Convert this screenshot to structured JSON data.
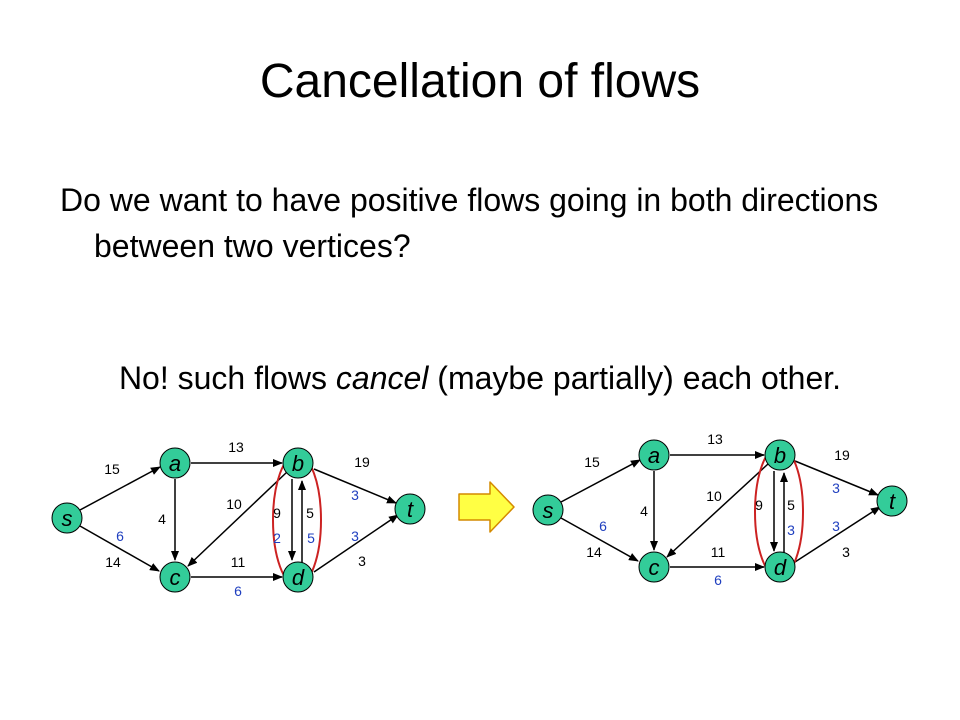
{
  "title": "Cancellation of flows",
  "para1": "Do we want to have positive flows going in both directions between two vertices?",
  "para2": {
    "before": "No! such flows ",
    "emph": "cancel",
    "after": " (maybe partially) each other."
  },
  "colors": {
    "node_fill": "#33cc99",
    "flow_label": "#1f3fbf",
    "highlight": "#cc2222",
    "arrow_fill": "#ffff44",
    "arrow_stroke": "#d48a00"
  },
  "graph_left": {
    "nodes": {
      "s": "s",
      "a": "a",
      "b": "b",
      "c": "c",
      "d": "d",
      "t": "t"
    },
    "capacities": {
      "s_a": "15",
      "s_c": "14",
      "a_b": "13",
      "a_c": "4",
      "b_c": "10",
      "b_d": "9",
      "d_b": "5",
      "c_d": "11",
      "b_t": "19",
      "d_t": "3"
    },
    "flows": {
      "s_c": "6",
      "c_d": "6",
      "b_d": "2",
      "d_b": "5",
      "b_t": "3",
      "d_t": "3"
    }
  },
  "graph_right": {
    "nodes": {
      "s": "s",
      "a": "a",
      "b": "b",
      "c": "c",
      "d": "d",
      "t": "t"
    },
    "capacities": {
      "s_a": "15",
      "s_c": "14",
      "a_b": "13",
      "a_c": "4",
      "b_c": "10",
      "b_d": "9",
      "d_b": "5",
      "c_d": "11",
      "b_t": "19",
      "d_t": "3"
    },
    "flows": {
      "s_c": "6",
      "c_d": "6",
      "d_b": "3",
      "b_t": "3",
      "d_t": "3"
    }
  },
  "transform_arrow_icon": "right-arrow-icon"
}
